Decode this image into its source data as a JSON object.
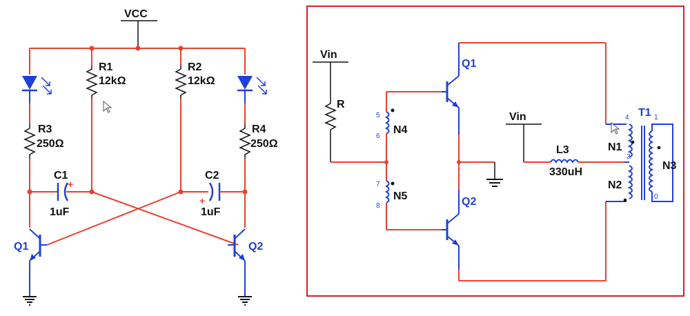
{
  "left_circuit": {
    "supply": "VCC",
    "r1": {
      "name": "R1",
      "value": "12kΩ"
    },
    "r2": {
      "name": "R2",
      "value": "12kΩ"
    },
    "r3": {
      "name": "R3",
      "value": "250Ω"
    },
    "r4": {
      "name": "R4",
      "value": "250Ω"
    },
    "c1": {
      "name": "C1",
      "value": "1uF"
    },
    "c2": {
      "name": "C2",
      "value": "1uF"
    },
    "q1": "Q1",
    "q2": "Q2",
    "plus": "+"
  },
  "right_circuit": {
    "vin_left": "Vin",
    "resistor": "R",
    "n4": "N4",
    "n5": "N5",
    "q1": "Q1",
    "q2": "Q2",
    "vin_mid": "Vin",
    "inductor": {
      "name": "L3",
      "value": "330uH"
    },
    "transformer": "T1",
    "n1": "N1",
    "n2": "N2",
    "n3": "N3",
    "pins": {
      "p5": "5",
      "p6": "6",
      "p7": "7",
      "p8": "8",
      "t4": "4",
      "t3": "3",
      "t1": "1",
      "t0": "0"
    }
  },
  "colors": {
    "wire": "#e8402e",
    "component": "#1f3fd6",
    "frame": "#d42020"
  }
}
